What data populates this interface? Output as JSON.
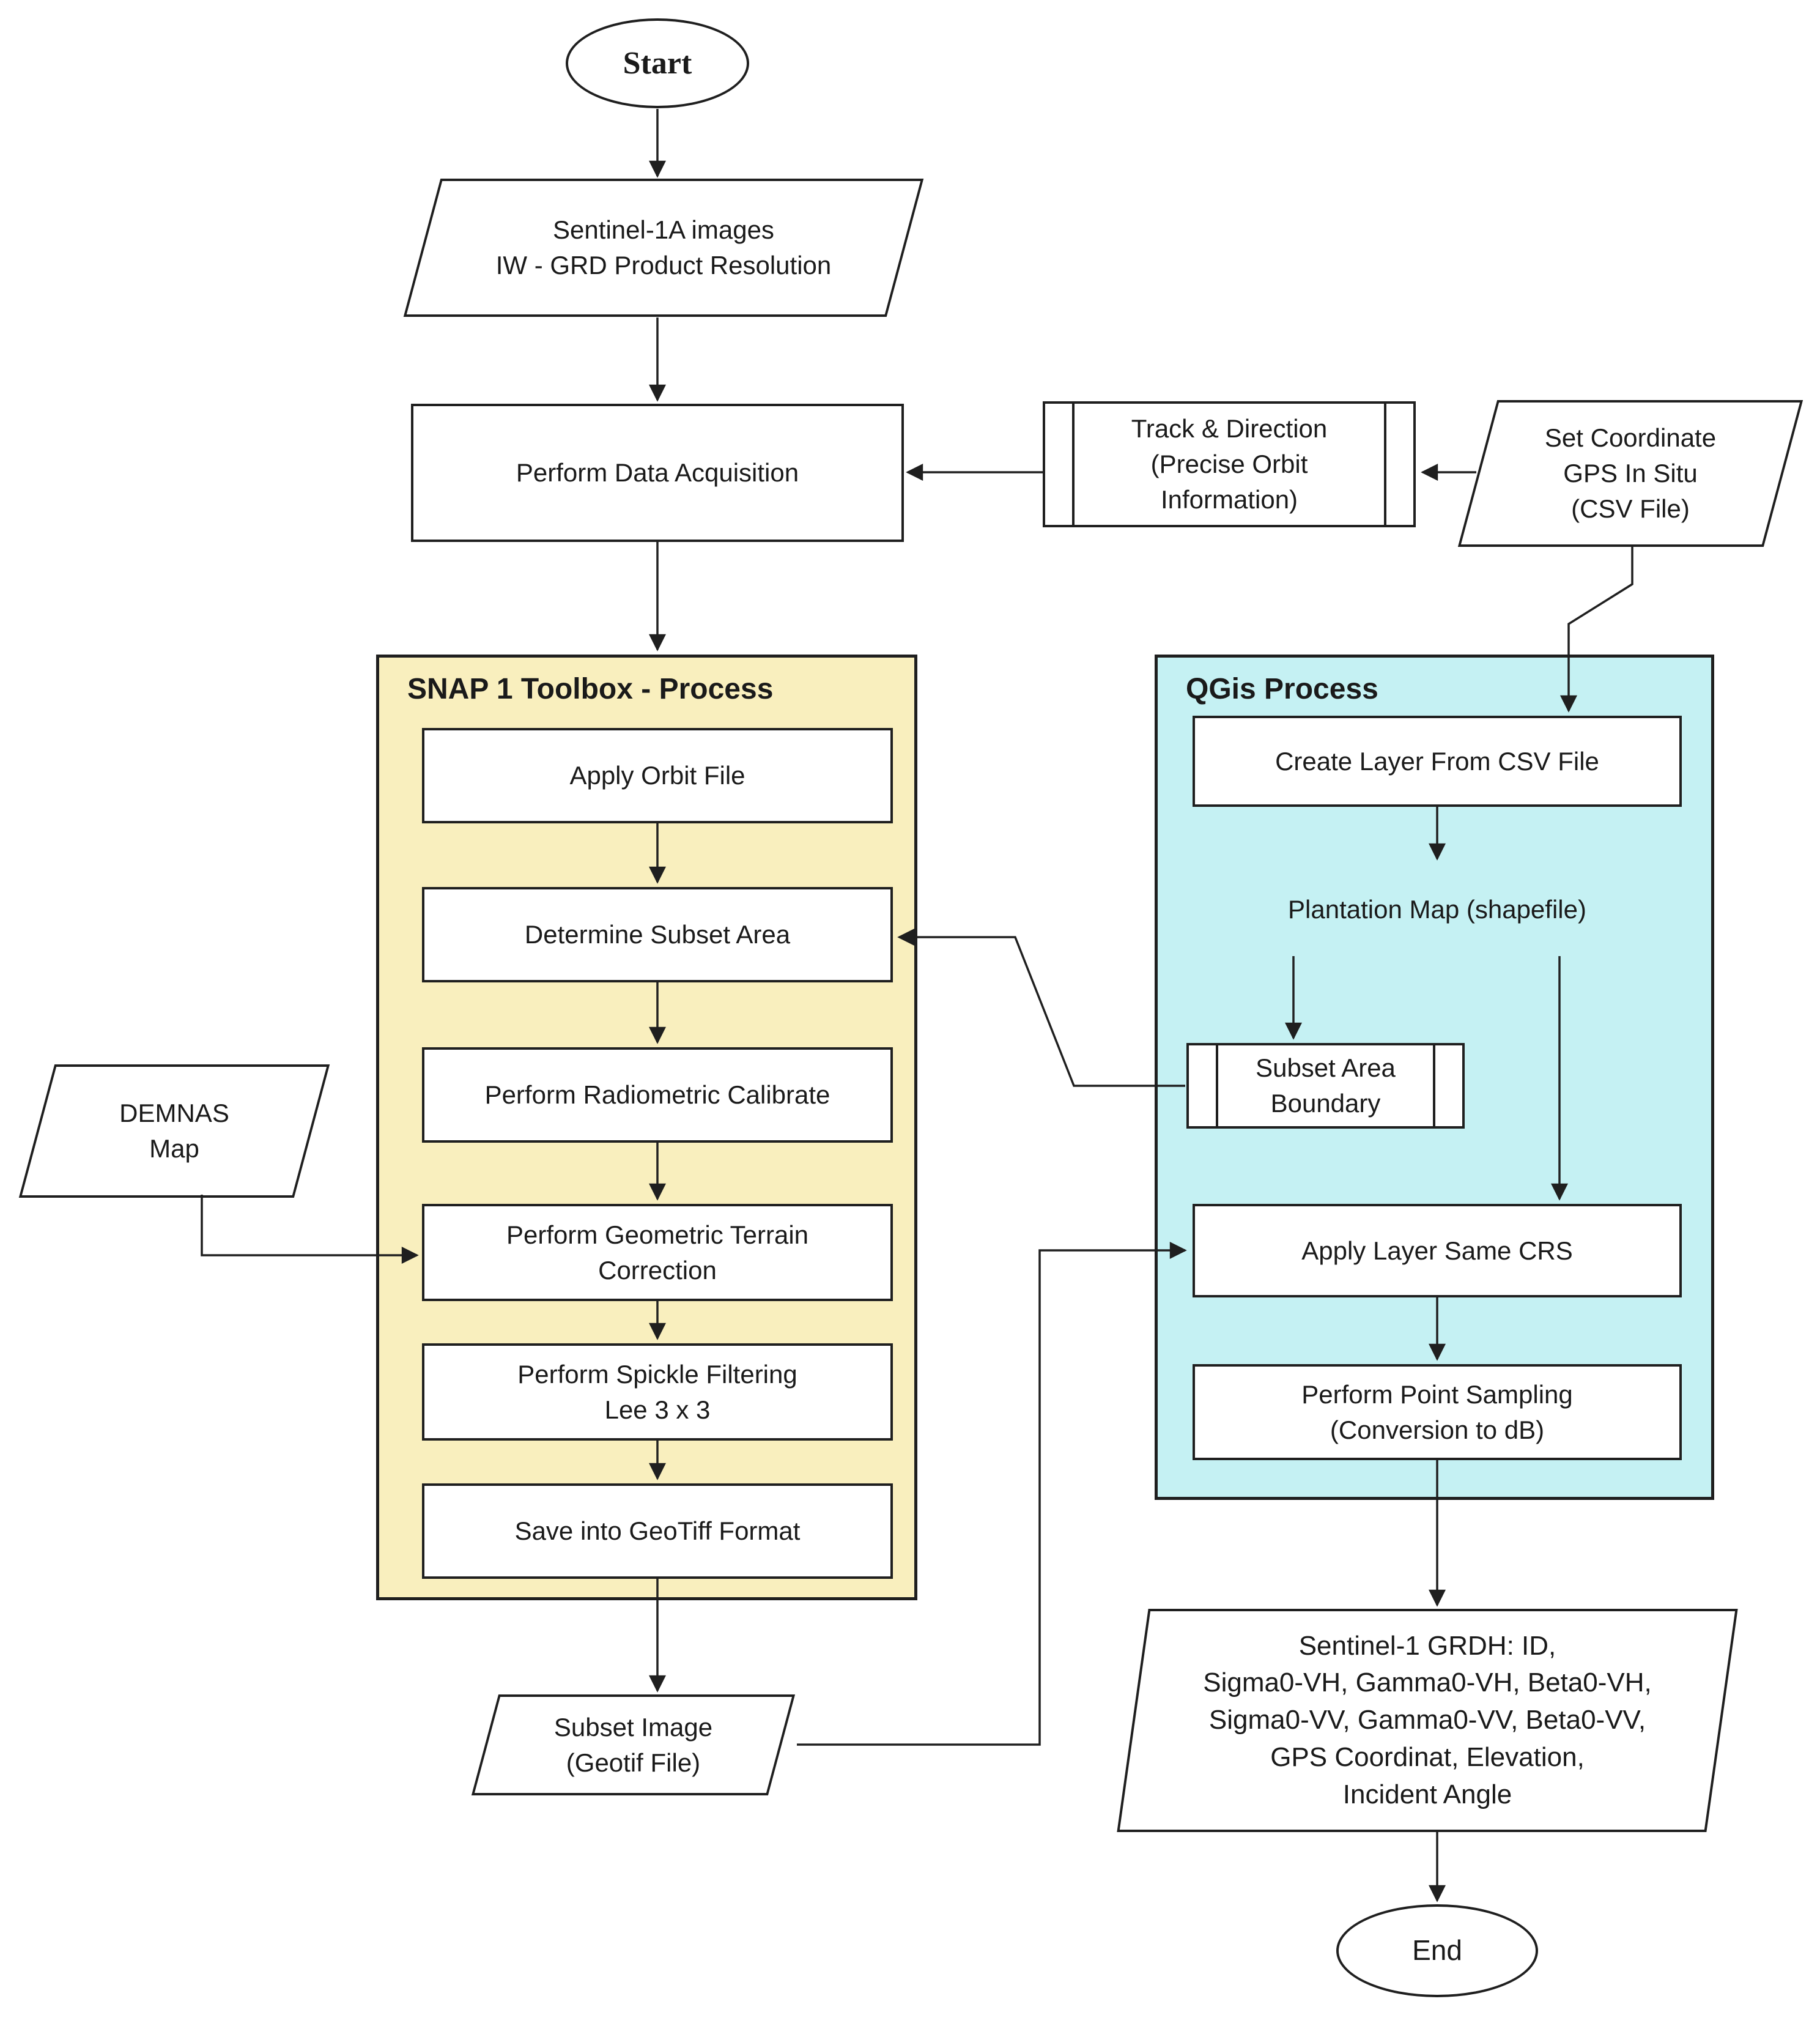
{
  "colors": {
    "snap_container_fill": "#F9EFBE",
    "qgis_container_fill": "#C5F1F3",
    "shape_fill": "#FFFFFF",
    "line": "#1F1F1F"
  },
  "containers": {
    "snap": {
      "title": "SNAP 1 Toolbox - Process"
    },
    "qgis": {
      "title": "QGis Process"
    }
  },
  "nodes": {
    "start": {
      "label": "Start",
      "shape": "terminator"
    },
    "sentinel_input": {
      "label": "Sentinel-1A images\nIW - GRD Product Resolution",
      "shape": "parallelogram"
    },
    "data_acquisition": {
      "label": "Perform Data Acquisition",
      "shape": "process"
    },
    "track_direction": {
      "label": "Track & Direction\n(Precise Orbit\nInformation)",
      "shape": "predefined-process"
    },
    "set_coordinate": {
      "label": "Set Coordinate\nGPS In Situ\n(CSV File)",
      "shape": "parallelogram"
    },
    "apply_orbit": {
      "label": "Apply Orbit File",
      "shape": "process"
    },
    "determine_subset": {
      "label": "Determine Subset Area",
      "shape": "process"
    },
    "radiometric_calibrate": {
      "label": "Perform Radiometric Calibrate",
      "shape": "process"
    },
    "geometric_correction": {
      "label": "Perform Geometric Terrain\nCorrection",
      "shape": "process"
    },
    "spickle_filtering": {
      "label": "Perform Spickle Filtering\nLee 3 x 3",
      "shape": "process"
    },
    "save_geotiff": {
      "label": "Save into GeoTiff Format",
      "shape": "process"
    },
    "demnas_map": {
      "label": "DEMNAS\nMap",
      "shape": "parallelogram"
    },
    "subset_image": {
      "label": "Subset Image\n(Geotif File)",
      "shape": "parallelogram"
    },
    "create_layer": {
      "label": "Create Layer From CSV File",
      "shape": "process"
    },
    "plantation_map": {
      "label": "Plantation Map (shapefile)",
      "shape": "parallelogram"
    },
    "subset_boundary": {
      "label": "Subset Area\nBoundary",
      "shape": "predefined-process"
    },
    "apply_crs": {
      "label": "Apply Layer Same CRS",
      "shape": "process"
    },
    "point_sampling": {
      "label": "Perform Point Sampling\n(Conversion to dB)",
      "shape": "process"
    },
    "output_data": {
      "label": "Sentinel-1 GRDH: ID,\nSigma0-VH, Gamma0-VH, Beta0-VH,\nSigma0-VV, Gamma0-VV, Beta0-VV,\nGPS Coordinat, Elevation,\nIncident Angle",
      "shape": "parallelogram"
    },
    "end": {
      "label": "End",
      "shape": "terminator"
    }
  },
  "edges": [
    {
      "from": "start",
      "to": "sentinel_input"
    },
    {
      "from": "sentinel_input",
      "to": "data_acquisition"
    },
    {
      "from": "set_coordinate",
      "to": "track_direction"
    },
    {
      "from": "track_direction",
      "to": "data_acquisition"
    },
    {
      "from": "set_coordinate",
      "to": "create_layer"
    },
    {
      "from": "data_acquisition",
      "to": "apply_orbit"
    },
    {
      "from": "apply_orbit",
      "to": "determine_subset"
    },
    {
      "from": "determine_subset",
      "to": "radiometric_calibrate"
    },
    {
      "from": "radiometric_calibrate",
      "to": "geometric_correction"
    },
    {
      "from": "geometric_correction",
      "to": "spickle_filtering"
    },
    {
      "from": "spickle_filtering",
      "to": "save_geotiff"
    },
    {
      "from": "save_geotiff",
      "to": "subset_image"
    },
    {
      "from": "demnas_map",
      "to": "geometric_correction"
    },
    {
      "from": "subset_image",
      "to": "apply_crs"
    },
    {
      "from": "create_layer",
      "to": "plantation_map"
    },
    {
      "from": "plantation_map",
      "to": "subset_boundary"
    },
    {
      "from": "plantation_map",
      "to": "apply_crs"
    },
    {
      "from": "subset_boundary",
      "to": "determine_subset"
    },
    {
      "from": "apply_crs",
      "to": "point_sampling"
    },
    {
      "from": "point_sampling",
      "to": "output_data"
    },
    {
      "from": "output_data",
      "to": "end"
    }
  ]
}
